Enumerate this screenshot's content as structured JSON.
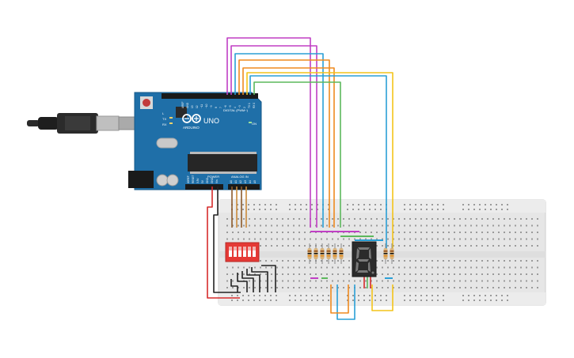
{
  "board": {
    "brand": "ARDUINO",
    "model": "UNO",
    "header_digital": "DIGITAL (PWM~)",
    "header_power": "POWER",
    "header_analog": "ANALOG IN",
    "led_tx": "TX",
    "led_rx": "RX",
    "led_l": "L",
    "led_on": "ON",
    "digital_pins": [
      "AREF",
      "GND",
      "13",
      "12",
      "~11",
      "~10",
      "~9",
      "8",
      "7",
      "~6",
      "~5",
      "4",
      "~3",
      "2",
      "TX 1",
      "RX 0"
    ],
    "power_pins": [
      "IOREF",
      "RESET",
      "3.3V",
      "5V",
      "GND",
      "GND",
      "Vin"
    ],
    "analog_pins": [
      "A0",
      "A1",
      "A2",
      "A3",
      "A4",
      "A5"
    ]
  },
  "display": {
    "digit": "8."
  },
  "colors": {
    "board": "#1f6fa8",
    "breadboard": "#e9e9e9",
    "dip_switch": "#e53935",
    "display_body": "#2b2b2b",
    "segment_off": "#7a7a7a",
    "resistor": "#d8b27a",
    "wire_magenta": "#c03fc4",
    "wire_blue": "#2a9fd6",
    "wire_orange": "#ef8a1f",
    "wire_yellow": "#f3c41a",
    "wire_green": "#5cb85c",
    "wire_red": "#d62b2b",
    "wire_black": "#222222",
    "wire_brown": "#8b5a2b"
  },
  "icons": [
    "usb-cable-icon",
    "arduino-infinity-logo-icon",
    "reset-button-icon"
  ]
}
